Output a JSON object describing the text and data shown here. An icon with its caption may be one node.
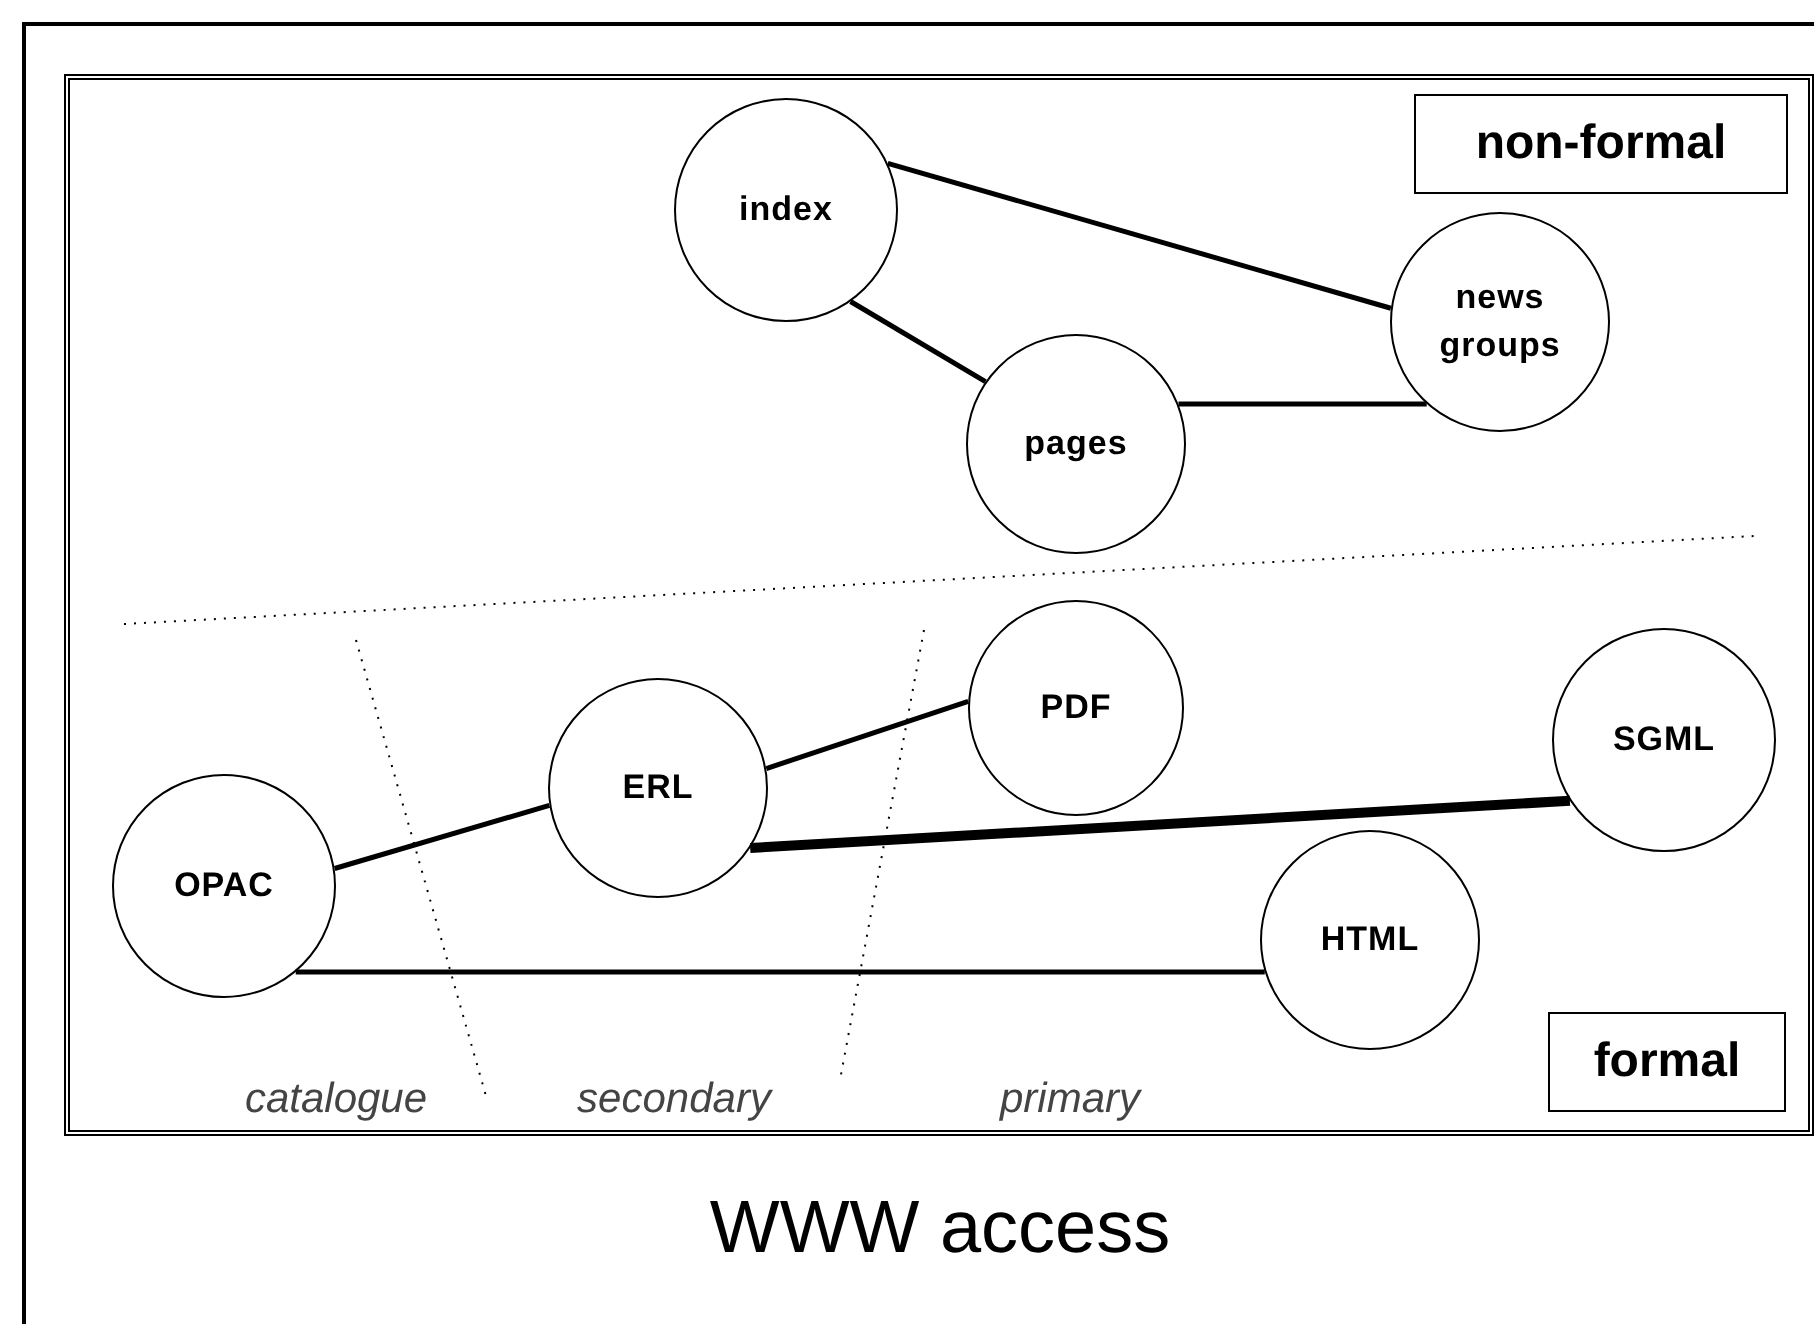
{
  "diagram": {
    "title": "WWW access",
    "nodes": [
      {
        "text": [
          "non-formal"
        ]
      },
      {
        "text": [
          "index"
        ]
      },
      {
        "text": [
          "news groups"
        ]
      },
      {
        "text": [
          "pages"
        ]
      },
      {
        "text": [
          "PDF"
        ]
      },
      {
        "text": [
          "SGML"
        ]
      },
      {
        "text": [
          "ERL"
        ]
      },
      {
        "text": [
          "OPAC"
        ]
      },
      {
        "text": [
          "HTML"
        ]
      },
      {
        "text": [
          "formal"
        ]
      }
    ],
    "edges": [
      {
        "from": 1,
        "to": 2,
        "arrow": "none"
      },
      {
        "from": 1,
        "to": 3,
        "arrow": "none"
      },
      {
        "from": 3,
        "to": 2,
        "arrow": "none"
      },
      {
        "from": 7,
        "to": 6,
        "arrow": "none"
      },
      {
        "from": 6,
        "to": 4,
        "arrow": "none"
      },
      {
        "from": 6,
        "to": 5,
        "arrow": "none",
        "style": "thick"
      },
      {
        "from": 7,
        "to": 8,
        "arrow": "none"
      }
    ],
    "labels": [
      "catalogue",
      "secondary",
      "primary"
    ]
  }
}
